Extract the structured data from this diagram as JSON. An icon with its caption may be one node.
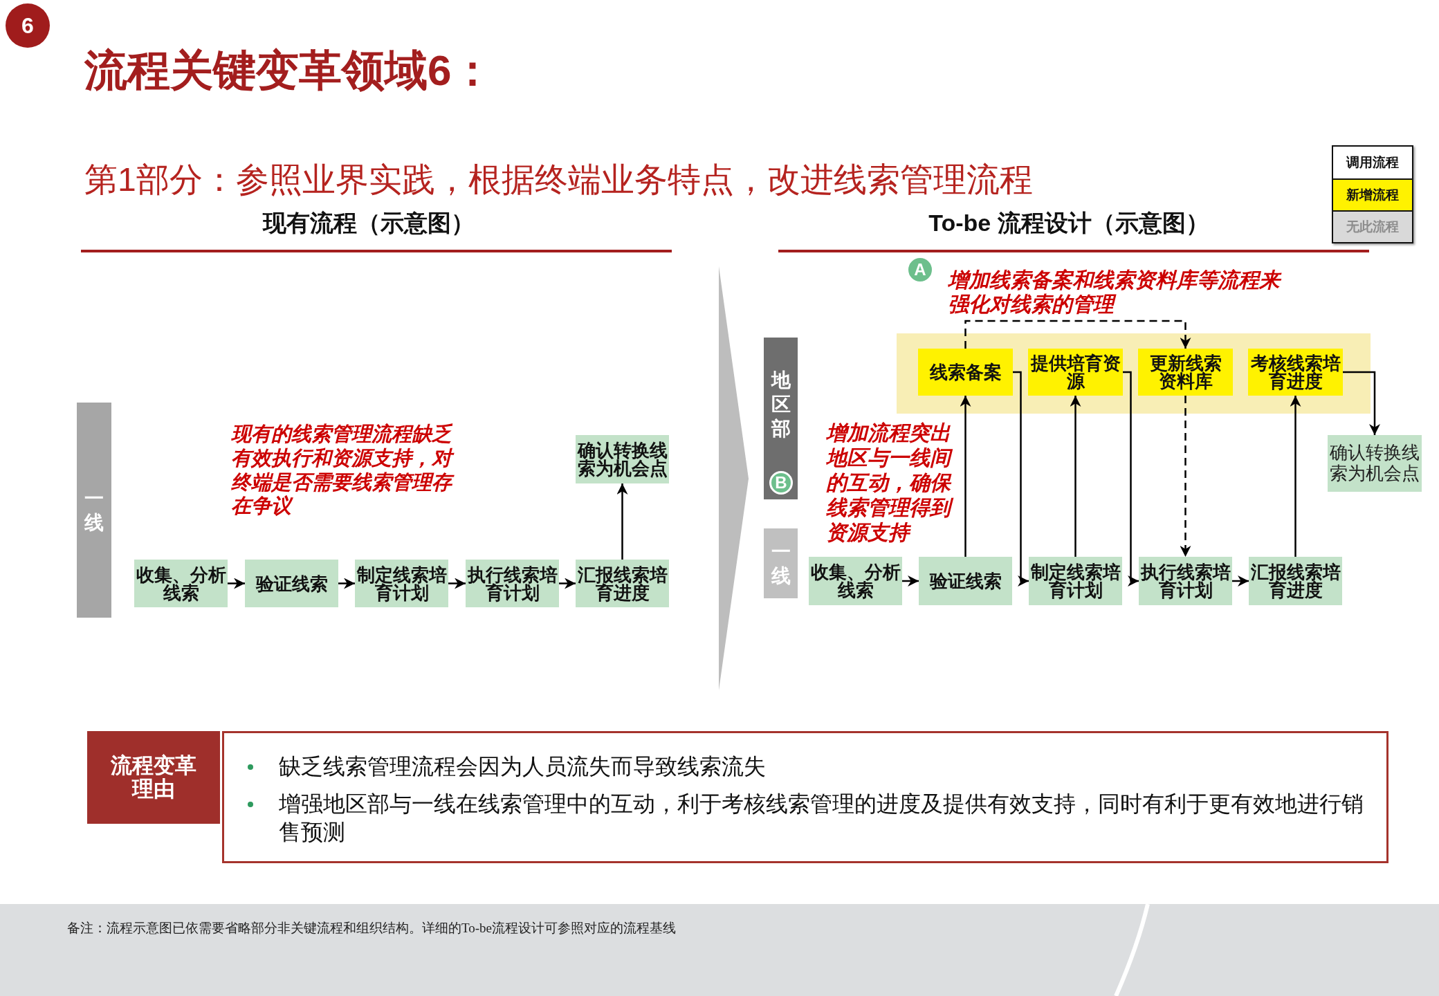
{
  "diagram": {
    "title": "流程关键变革领域6：",
    "caption": "备注：流程示意图已依需要省略部分非关键流程和组织结构。详细的To-be流程设计可参照对应的流程基线",
    "nodes": [
      {
        "text": [
          "6"
        ]
      },
      {
        "text": [
          "一线"
        ]
      },
      {
        "text": [
          "收集、分析线索"
        ]
      },
      {
        "text": [
          "验证线索"
        ]
      },
      {
        "text": [
          "制定线索培育计划"
        ]
      },
      {
        "text": [
          "执行线索培育计划"
        ]
      },
      {
        "text": [
          "汇报线索培育进度"
        ]
      },
      {
        "text": [
          "确认转换线索为机会点"
        ]
      },
      {
        "text": [
          "地区部"
        ]
      },
      {
        "text": [
          "B"
        ],
        "in": 8
      },
      {
        "text": [
          "一线"
        ]
      },
      {
        "text": [
          "A"
        ]
      },
      {
        "text": [],
        "shape": "box"
      },
      {
        "text": [
          "线索备案"
        ],
        "in": 12
      },
      {
        "text": [
          "提供培育资源"
        ],
        "in": 12
      },
      {
        "text": [
          "更新线索资料库"
        ],
        "in": 12
      },
      {
        "text": [
          "考核线索培育进度"
        ],
        "in": 12
      },
      {
        "text": [
          "确认转换线索为机会点"
        ]
      },
      {
        "text": [
          "收集、分析线索"
        ]
      },
      {
        "text": [
          "验证线索"
        ]
      },
      {
        "text": [
          "制定线索培育计划"
        ]
      },
      {
        "text": [
          "执行线索培育计划"
        ]
      },
      {
        "text": [
          "汇报线索培育进度"
        ]
      },
      {
        "text": [
          "流程变革理由"
        ]
      },
      {
        "text": [
          "缺乏线索管理流程会因为人员流失而导致线索流失",
          "增强地区部与一线在线索管理中的互动，利于考核线索管理的进度及提供有效支持，同时有利于更有效地进行销售预测"
        ]
      }
    ],
    "edges": [
      {
        "from": 2,
        "to": 3,
        "arrow": "to"
      },
      {
        "from": 3,
        "to": 4,
        "arrow": "to"
      },
      {
        "from": 4,
        "to": 5,
        "arrow": "to"
      },
      {
        "from": 5,
        "to": 6,
        "arrow": "to"
      },
      {
        "from": 6,
        "to": 7,
        "arrow": "to"
      },
      {
        "from": 18,
        "to": 19,
        "arrow": "to"
      },
      {
        "from": 19,
        "to": 13,
        "arrow": "to"
      },
      {
        "from": 13,
        "to": 20,
        "arrow": "to"
      },
      {
        "from": 20,
        "to": 14,
        "arrow": "to"
      },
      {
        "from": 14,
        "to": 21,
        "arrow": "to"
      },
      {
        "from": 15,
        "to": 21,
        "arrow": "to",
        "style": "dashed"
      },
      {
        "from": 13,
        "to": 15,
        "arrow": "to",
        "style": "dashed"
      },
      {
        "from": 21,
        "to": 22,
        "arrow": "to"
      },
      {
        "from": 22,
        "to": 16,
        "arrow": "to"
      },
      {
        "from": 16,
        "to": 17,
        "arrow": "to"
      }
    ],
    "labels": [
      "第1部分：参照业界实践，根据终端业务特点，改进线索管理流程",
      "现有流程（示意图）",
      "To-be 流程设计（示意图）",
      "增加线索备案和线索资料库等流程来强化对线索的管理",
      "现有的线索管理流程缺乏有效执行和资源支持，对终端是否需要线索管理存在争议",
      "增加流程突出地区与一线间的互动，确保线索管理得到资源支持"
    ],
    "legend": [
      {
        "text": "调用流程",
        "color": "#ffffff"
      },
      {
        "text": "新增流程",
        "color": "#fff200"
      },
      {
        "text": "无此流程",
        "color": "#d9d9d9"
      }
    ]
  }
}
